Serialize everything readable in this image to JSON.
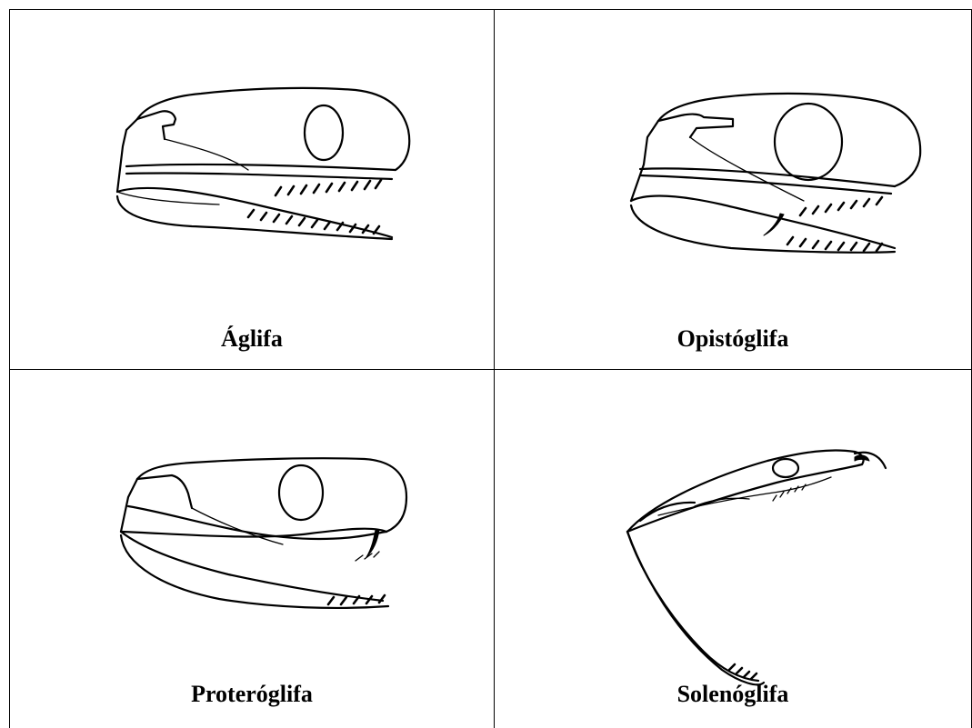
{
  "panels": [
    {
      "label": "Áglifa"
    },
    {
      "label": "Opistóglifa"
    },
    {
      "label": "Proteróglifa"
    },
    {
      "label": "Solenóglifa"
    }
  ]
}
